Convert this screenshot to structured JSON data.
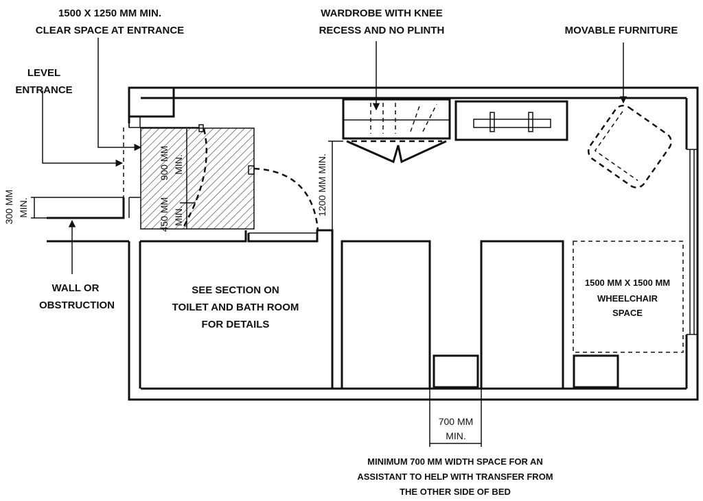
{
  "labels": {
    "clear_space_line1": "1500 X 1250 MM MIN.",
    "clear_space_line2": "CLEAR SPACE AT ENTRANCE",
    "wardrobe_line1": "WARDROBE WITH KNEE",
    "wardrobe_line2": "RECESS AND NO PLINTH",
    "movable_furniture": "MOVABLE FURNITURE",
    "level_entrance_line1": "LEVEL",
    "level_entrance_line2": "ENTRANCE",
    "wall_line1": "WALL OR",
    "wall_line2": "OBSTRUCTION",
    "toilet_line1": "SEE SECTION ON",
    "toilet_line2": "TOILET AND BATH ROOM",
    "toilet_line3": "FOR DETAILS",
    "wheelchair_line1": "1500 MM X 1500 MM",
    "wheelchair_line2": "WHEELCHAIR",
    "wheelchair_line3": "SPACE",
    "assistant_line1": "MINIMUM 700 MM WIDTH SPACE FOR AN",
    "assistant_line2": "ASSISTANT TO HELP WITH TRANSFER FROM",
    "assistant_line3": "THE OTHER SIDE OF BED"
  },
  "dimensions": {
    "d300_value": "300 MM",
    "d300_min": "MIN.",
    "d900": "900 MM",
    "d900_min": "MIN.",
    "d450": "450 MM",
    "d450_min": "MIN.",
    "d1200": "1200 MM MIN.",
    "d700_value": "700 MM",
    "d700_min": "MIN."
  }
}
